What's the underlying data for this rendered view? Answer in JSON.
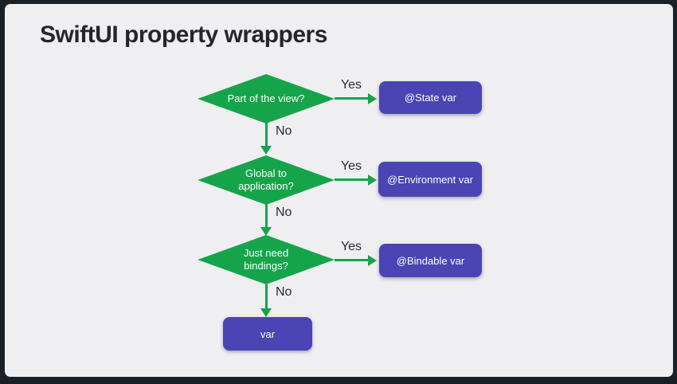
{
  "page": {
    "title": "SwiftUI property wrappers"
  },
  "colors": {
    "frame": "#1B1F26",
    "background": "#EFEFF1",
    "diamond_green": "#16A44A",
    "box_purple": "#4A44B4",
    "title_text": "#25262B",
    "edge_label_text": "#2A2B2E",
    "node_text": "#FFFFFF"
  },
  "flowchart": {
    "rows": [
      {
        "question": "Part of the view?",
        "yes_label": "Yes",
        "no_label": "No",
        "result": "@State var"
      },
      {
        "question": "Global to application?",
        "yes_label": "Yes",
        "no_label": "No",
        "result": "@Environment var"
      },
      {
        "question": "Just need bindings?",
        "yes_label": "Yes",
        "no_label": "No",
        "result": "@Bindable var"
      }
    ],
    "final_result": "var"
  }
}
